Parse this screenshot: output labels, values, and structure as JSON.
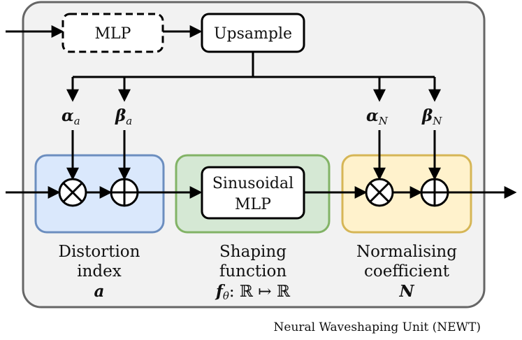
{
  "colors": {
    "unit_fill": "#f2f2f2",
    "unit_stroke": "#666666",
    "distortion_fill": "#dae8fc",
    "distortion_stroke": "#6c8ebf",
    "shaping_fill": "#d5e8d4",
    "shaping_stroke": "#82b366",
    "normalising_fill": "#fff2cc",
    "normalising_stroke": "#d6b656"
  },
  "top": {
    "mlp_label": "MLP",
    "upsample_label": "Upsample"
  },
  "params": {
    "alpha": "α",
    "beta": "β",
    "a_sub": "a",
    "n_sub": "N"
  },
  "ops": {
    "multiply_glyph": "⊗",
    "add_glyph": "⊕"
  },
  "sections": {
    "distortion": {
      "line1": "Distortion",
      "line2": "index",
      "symbol": "a"
    },
    "shaping": {
      "box_line1": "Sinusoidal",
      "box_line2": "MLP",
      "line1": "Shaping",
      "line2": "function",
      "symbol": "f",
      "symbol_sub": "θ",
      "mapping": ": ℝ ↦ ℝ"
    },
    "normalising": {
      "line1": "Normalising",
      "line2": "coefficient",
      "symbol": "N"
    }
  },
  "caption": "Neural Waveshaping Unit (NEWT)"
}
